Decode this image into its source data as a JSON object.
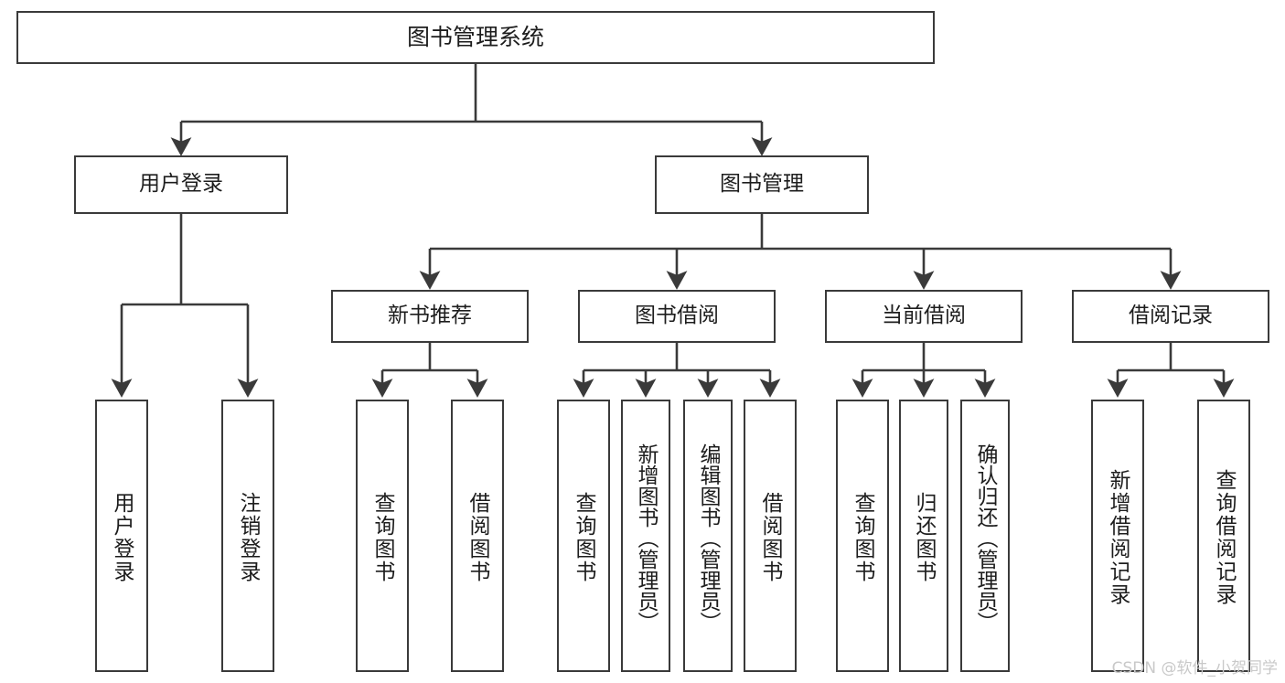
{
  "diagram": {
    "title": "图书管理系统",
    "type": "tree-hierarchy-chart",
    "root": {
      "label": "图书管理系统"
    },
    "level2": [
      {
        "label": "用户登录"
      },
      {
        "label": "图书管理"
      }
    ],
    "level3": [
      {
        "label": "新书推荐"
      },
      {
        "label": "图书借阅"
      },
      {
        "label": "当前借阅"
      },
      {
        "label": "借阅记录"
      }
    ],
    "leaves": {
      "user_login": [
        {
          "label": "用户登录"
        },
        {
          "label": "注销登录"
        }
      ],
      "new_book_recommend": [
        {
          "label": "查询图书"
        },
        {
          "label": "借阅图书"
        }
      ],
      "book_borrow": [
        {
          "label": "查询图书"
        },
        {
          "label": "新增图书（管理员）"
        },
        {
          "label": "编辑图书（管理员）"
        },
        {
          "label": "借阅图书"
        }
      ],
      "current_borrow": [
        {
          "label": "查询图书"
        },
        {
          "label": "归还图书"
        },
        {
          "label": "确认归还（管理员）"
        }
      ],
      "borrow_record": [
        {
          "label": "新增借阅记录"
        },
        {
          "label": "查询借阅记录"
        }
      ]
    }
  },
  "watermark": {
    "text": "CSDN @软件_小贺同学"
  },
  "colors": {
    "stroke": "#3a3a3a",
    "fill": "#ffffff",
    "text": "#1d1d1d",
    "watermark": "#c9c9c9"
  }
}
